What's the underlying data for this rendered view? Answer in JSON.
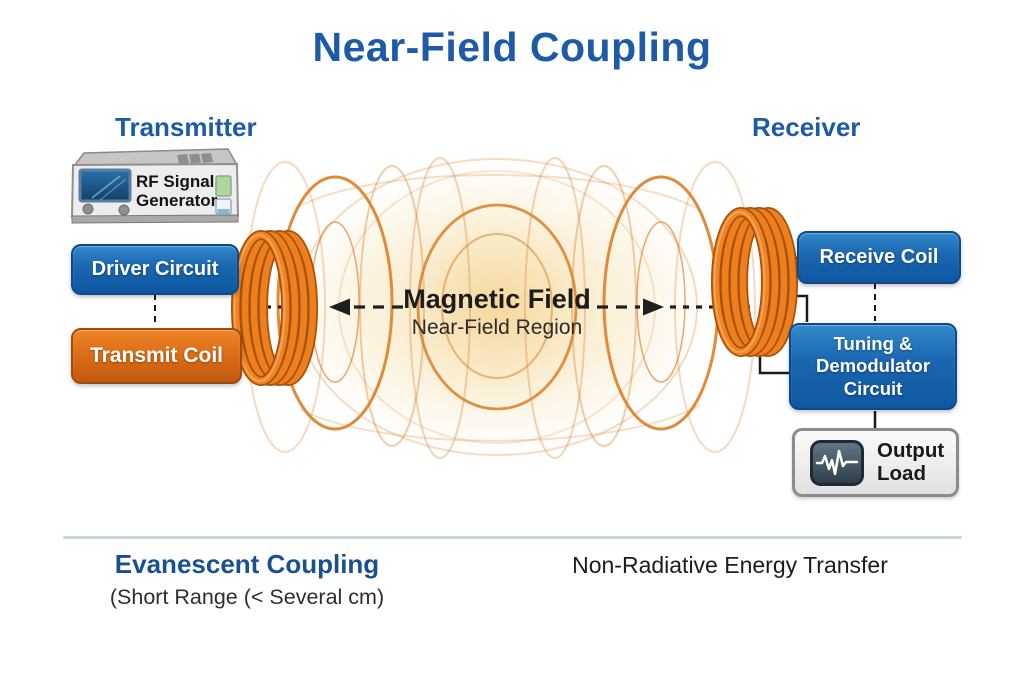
{
  "title": "Near-Field Coupling",
  "colors": {
    "accent_blue": "#1D5BA7",
    "box_blue": "#0F57A2",
    "box_orange": "#C05A0F",
    "coil_orange": "#EE7F1F",
    "field_line_orange": "#DD8530",
    "glow": "#F5D79B"
  },
  "transmitter": {
    "heading": "Transmitter",
    "generator_label": "RF Signal Generator",
    "driver_circuit": "Driver Circuit",
    "transmit_coil": "Transmit Coil"
  },
  "field": {
    "title": "Magnetic Field",
    "subtitle": "Near-Field Region"
  },
  "receiver": {
    "heading": "Receiver",
    "receive_coil": "Receive Coil",
    "tuning": "Tuning & Demodulator Circuit",
    "output_load": "Output Load"
  },
  "footer": {
    "left_title": "Evanescent Coupling",
    "left_subtitle": "(Short Range (< Several cm)",
    "right_text": "Non-Radiative Energy Transfer"
  }
}
